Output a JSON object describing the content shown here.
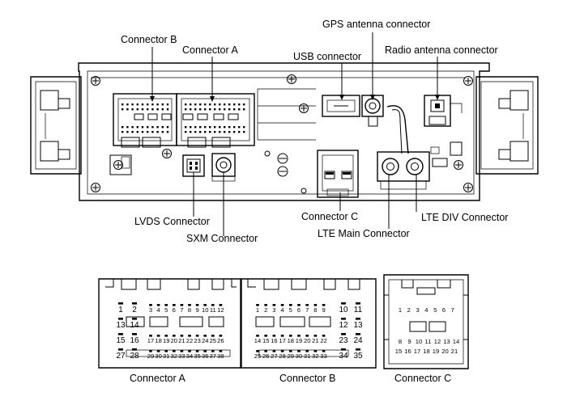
{
  "callouts": {
    "gps": "GPS antenna connector",
    "connector_b": "Connector B",
    "connector_a": "Connector A",
    "usb": "USB connector",
    "radio": "Radio antenna connector",
    "lvds": "LVDS Connector",
    "sxm": "SXM Connector",
    "connector_c": "Connector C",
    "lte_main": "LTE Main Connector",
    "lte_div": "LTE DIV Connector"
  },
  "pinouts": {
    "connector_a": {
      "caption": "Connector A",
      "row1": [
        "1",
        "2",
        "3",
        "4",
        "5",
        "6",
        "7",
        "8",
        "9",
        "10",
        "11",
        "12"
      ],
      "row2": [
        "13",
        "14"
      ],
      "row3": [
        "15",
        "16",
        "17",
        "18",
        "19",
        "20",
        "21",
        "22",
        "23",
        "24",
        "25",
        "26"
      ],
      "row4": [
        "27",
        "28",
        "29",
        "30",
        "31",
        "32",
        "33",
        "34",
        "35",
        "36",
        "37",
        "38"
      ]
    },
    "connector_b": {
      "caption": "Connector B",
      "row1": [
        "1",
        "2",
        "3",
        "4",
        "5",
        "6",
        "7",
        "8",
        "9",
        "10",
        "11"
      ],
      "row2": [
        "12",
        "13"
      ],
      "row3": [
        "14",
        "15",
        "16",
        "17",
        "18",
        "19",
        "20",
        "21",
        "22",
        "23",
        "24"
      ],
      "row4": [
        "25",
        "26",
        "27",
        "28",
        "29",
        "30",
        "31",
        "32",
        "33",
        "34",
        "35"
      ]
    },
    "connector_c": {
      "caption": "Connector C",
      "row1": [
        "1",
        "2",
        "3",
        "4",
        "5",
        "6",
        "7"
      ],
      "row2": [
        "8",
        "9",
        "10",
        "11",
        "12",
        "13",
        "14"
      ],
      "row3": [
        "15",
        "16",
        "17",
        "18",
        "19",
        "20",
        "21"
      ]
    }
  }
}
